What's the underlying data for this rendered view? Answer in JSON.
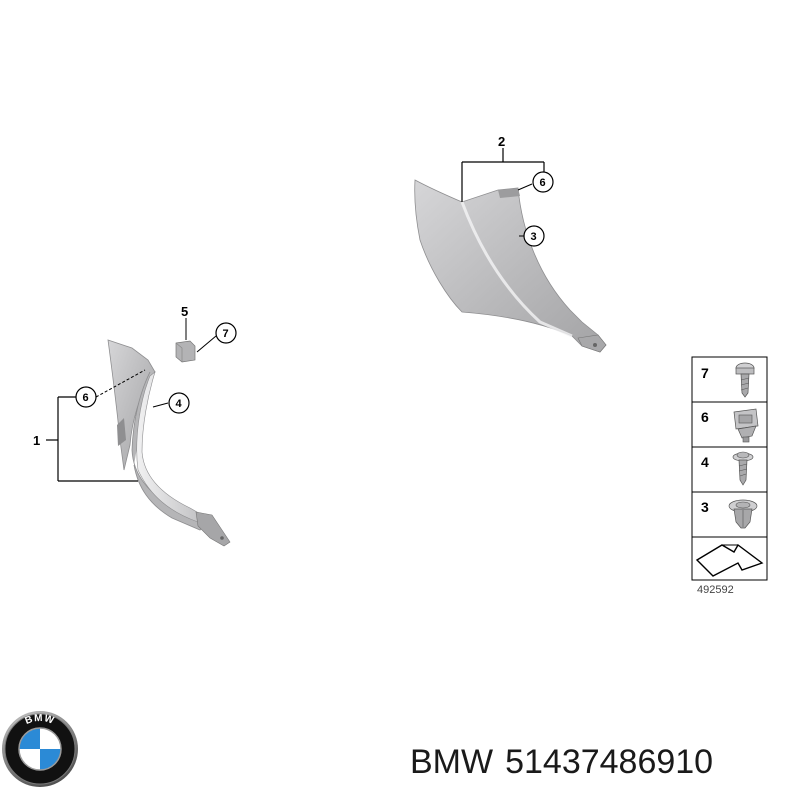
{
  "callouts": {
    "part1": "1",
    "part2": "2",
    "part3": "3",
    "part4": "4",
    "part5": "5",
    "part6_left": "6",
    "part6_right": "6",
    "part7": "7"
  },
  "legend": {
    "items": [
      "7",
      "6",
      "4",
      "3"
    ],
    "diagram_id": "492592"
  },
  "logo": {
    "text": "BMW",
    "colors": {
      "blue": "#2b8ad6",
      "white": "#ffffff",
      "ring": "#111111",
      "chrome": "#9a9a9a"
    }
  },
  "caption": {
    "brand": "BMW",
    "part_number": "51437486910"
  },
  "colors": {
    "part_fill": "#c4c4c6",
    "part_dark": "#9a9a9c",
    "part_light": "#e6e6e8",
    "line": "#000000"
  }
}
